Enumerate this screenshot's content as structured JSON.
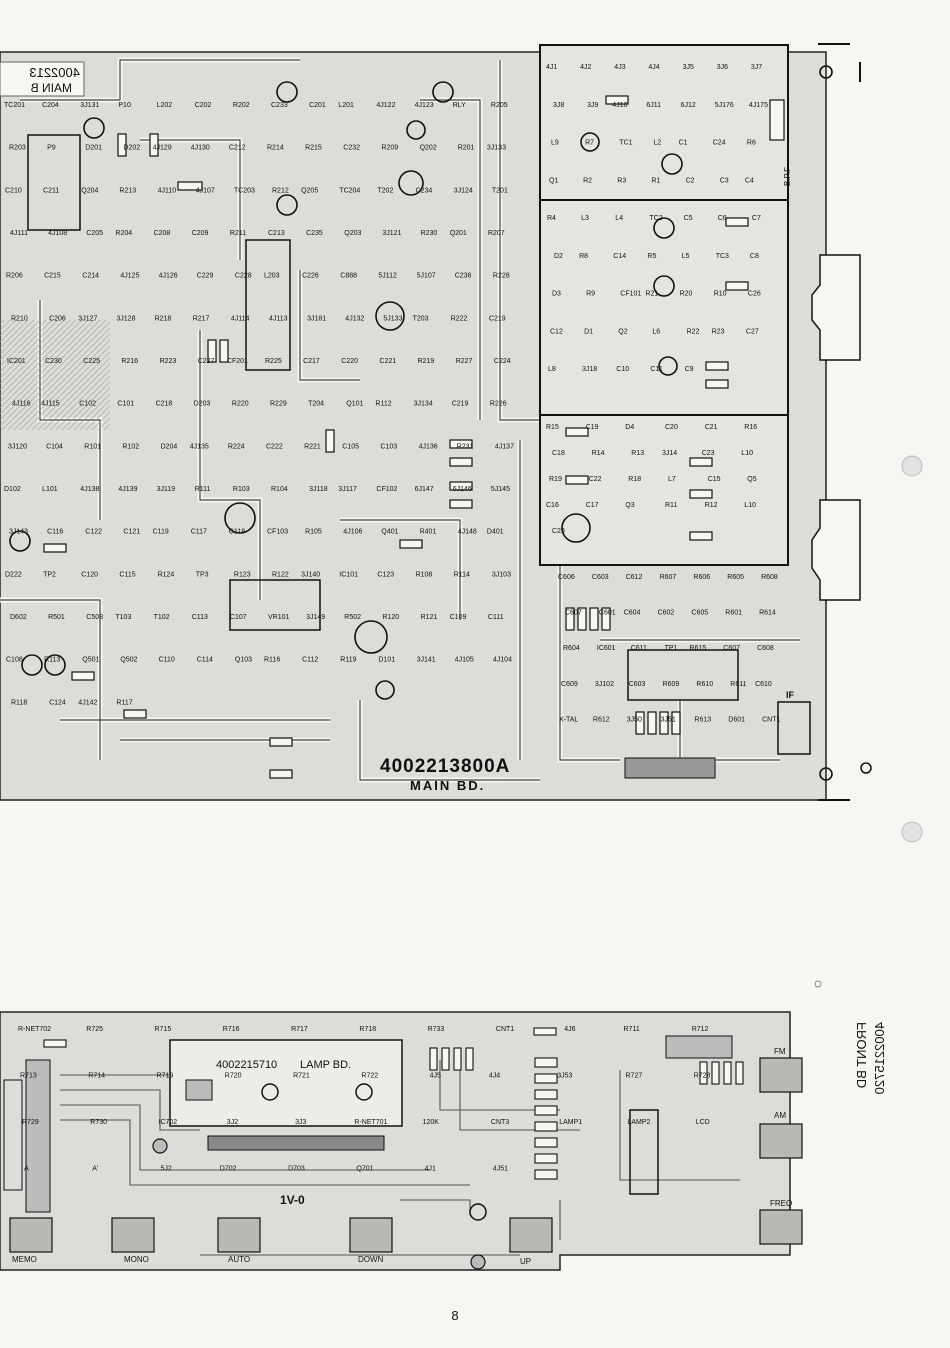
{
  "main_board": {
    "board_number": "4002213800A",
    "board_name": "MAIN BD.",
    "mirrored_number": "4002213",
    "mirrored_name": "MAIN B",
    "rf_block": {
      "jumpers": [
        "4J1",
        "4J2",
        "4J3",
        "4J4",
        "3J5",
        "3J6",
        "3J7",
        "3J8",
        "3J9",
        "4J10",
        "6J11",
        "6J12",
        "5J176",
        "4J175"
      ],
      "components": [
        "L9",
        "R7",
        "TC1",
        "L2",
        "C1",
        "C24",
        "R6",
        "Q1",
        "R2",
        "R3",
        "R1",
        "C2",
        "C3",
        "C4",
        "R4",
        "L3",
        "L4",
        "TC2",
        "C5",
        "C6",
        "C7",
        "D2",
        "R8",
        "C14",
        "R5",
        "L5",
        "TC3",
        "C8",
        "D3",
        "R9",
        "CF101",
        "R21",
        "R20",
        "R10",
        "C26",
        "C12",
        "D1",
        "Q2",
        "L6",
        "R22",
        "R23",
        "C27",
        "L8",
        "3J18",
        "C10",
        "C11",
        "C9"
      ],
      "bpf_label": "B.P.F"
    },
    "ic_block": {
      "components": [
        "R15",
        "C19",
        "D4",
        "C20",
        "C21",
        "R16",
        "C18",
        "R14",
        "R13",
        "3J14",
        "C23",
        "L10",
        "R19",
        "C22",
        "R18",
        "L7",
        "C15",
        "Q5",
        "C16",
        "C17",
        "Q3",
        "R11",
        "R12",
        "L10",
        "C23"
      ]
    },
    "upper_left": {
      "components": [
        "TC201",
        "C204",
        "3J131",
        "P10",
        "L202",
        "C202",
        "R202",
        "C233",
        "C201",
        "L201",
        "4J122",
        "4J123",
        "RLY",
        "R205",
        "R203",
        "P9",
        "D201",
        "D202",
        "4J129",
        "4J130",
        "C212",
        "R214",
        "R215",
        "C232",
        "R209",
        "Q202",
        "R201",
        "3J133",
        "C210",
        "C211",
        "Q204",
        "R213",
        "4J110",
        "4J107",
        "TC203",
        "R212",
        "Q205",
        "TC204",
        "T202",
        "C234",
        "3J124",
        "T201",
        "4J111",
        "4J108",
        "C205",
        "R204",
        "C208",
        "C209",
        "R211",
        "C213",
        "C235",
        "Q203",
        "3J121",
        "R230",
        "Q201",
        "R207",
        "R206",
        "C215",
        "C214",
        "4J125",
        "4J126",
        "C229",
        "C228",
        "L203",
        "C226",
        "C888",
        "5J112",
        "5J107",
        "C236",
        "R228",
        "R210",
        "C206",
        "3J127",
        "3J128",
        "R218",
        "R217",
        "4J114",
        "4J113",
        "3J181",
        "4J132",
        "5J133",
        "T203",
        "R222",
        "C219",
        "IC201",
        "C230",
        "C225",
        "R216",
        "R223",
        "C227",
        "CF201",
        "R225",
        "C217",
        "C220",
        "C221",
        "R219",
        "R227",
        "C224",
        "4J116",
        "4J115",
        "C102",
        "C101",
        "C218",
        "D203",
        "R220",
        "R229",
        "T204",
        "Q101",
        "R112",
        "3J134",
        "C219",
        "R226",
        "3J120",
        "C104",
        "R101",
        "R102",
        "D204",
        "4J135",
        "R224",
        "C222",
        "R221",
        "C105",
        "C103",
        "4J136",
        "R231",
        "4J137",
        "D102",
        "L101",
        "4J138",
        "4J139",
        "3J119",
        "R111",
        "R103",
        "R104",
        "3J118",
        "3J117",
        "CF102",
        "6J147",
        "6J146",
        "5J145",
        "3J143",
        "C116",
        "C122",
        "C121",
        "C119",
        "C117",
        "C118",
        "CF103",
        "R105",
        "4J106",
        "Q401",
        "R401",
        "4J148",
        "D401",
        "D222",
        "TP2",
        "C120",
        "C115",
        "R124",
        "TP3",
        "R123",
        "R122",
        "3J140",
        "IC101",
        "C123",
        "R108",
        "R114",
        "3J103",
        "D602",
        "R501",
        "C508",
        "T103",
        "T102",
        "C113",
        "C107",
        "VR101",
        "3J149",
        "R502",
        "R120",
        "R121",
        "C109",
        "C111",
        "C108",
        "R113",
        "Q501",
        "Q502",
        "C110",
        "C114",
        "Q103",
        "R116",
        "C112",
        "R119",
        "D101",
        "3J141",
        "4J105",
        "4J104",
        "R118",
        "C124",
        "4J142",
        "R117"
      ]
    },
    "ic_601_block": {
      "components": [
        "C606",
        "C603",
        "C612",
        "R607",
        "R606",
        "R605",
        "R608",
        "C607",
        "C601",
        "C604",
        "C602",
        "C605",
        "R601",
        "R614",
        "R604",
        "IC601",
        "C611",
        "TP1",
        "R615",
        "C607",
        "C608",
        "C609",
        "3J102",
        "C603",
        "R609",
        "R610",
        "R611",
        "C610",
        "X-TAL",
        "R612",
        "3J50",
        "3J51",
        "R613",
        "D601",
        "CNT1"
      ],
      "if_label": "IF"
    }
  },
  "front_board": {
    "mirrored_name": "FRONT BD",
    "mirrored_number": "4002215720",
    "lamp_board_number": "4002215710",
    "lamp_board_name": "LAMP BD.",
    "ul_mark": "1V-0",
    "components": [
      "R-NET702",
      "R725",
      "R715",
      "R716",
      "R717",
      "R718",
      "R733",
      "CNT1",
      "4J6",
      "R711",
      "R712",
      "R713",
      "R714",
      "R719",
      "R720",
      "R721",
      "R722",
      "4J5",
      "4J4",
      "3J53",
      "R727",
      "R728",
      "R729",
      "R730",
      "IC702",
      "3J2",
      "3J3",
      "R-NET701",
      "120K",
      "CNT3",
      "LAMP1",
      "LAMP2",
      "LCD",
      "A",
      "A'",
      "5J2",
      "D702",
      "D703",
      "Q701",
      "4J1",
      "4J51"
    ],
    "buttons": [
      "MEMO",
      "MONO",
      "AUTO",
      "DOWN",
      "UP",
      "FREQ",
      "FM",
      "AM"
    ]
  },
  "page_number": "8"
}
